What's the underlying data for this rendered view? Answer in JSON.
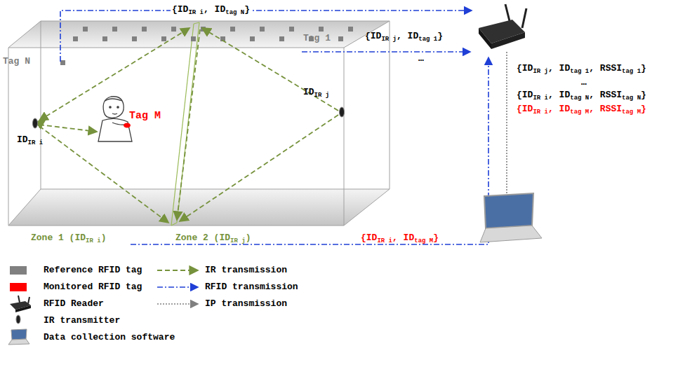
{
  "diagram": {
    "labels": [
      "{IDIR i, IDtag N}",
      "Tag N",
      "Tag 1",
      "{IDIR j, IDtag 1}",
      "…",
      "IDIR j",
      "IDIR i",
      "Tag M",
      "{IDIR i, IDtag M}",
      "{IDIR j, IDtag 1, RSSItag 1}",
      "…",
      "{IDIR i, IDtag N, RSSItag N}",
      "{IDIR i, IDtag M, RSSItag M}",
      "Zone 1 (IDIR i)",
      "Zone 2 (IDIR j)"
    ],
    "legend": [
      {
        "text": "Reference RFID tag",
        "color": "#808080"
      },
      {
        "text": "Monitored RFID tag",
        "color": "#ff0000"
      },
      {
        "text": "RFID Reader"
      },
      {
        "text": "IR transmitter"
      },
      {
        "text": "Data collection software"
      },
      {
        "text": "IR transmission"
      },
      {
        "text": "RFID transmission"
      },
      {
        "text": "IP transmission"
      }
    ]
  }
}
